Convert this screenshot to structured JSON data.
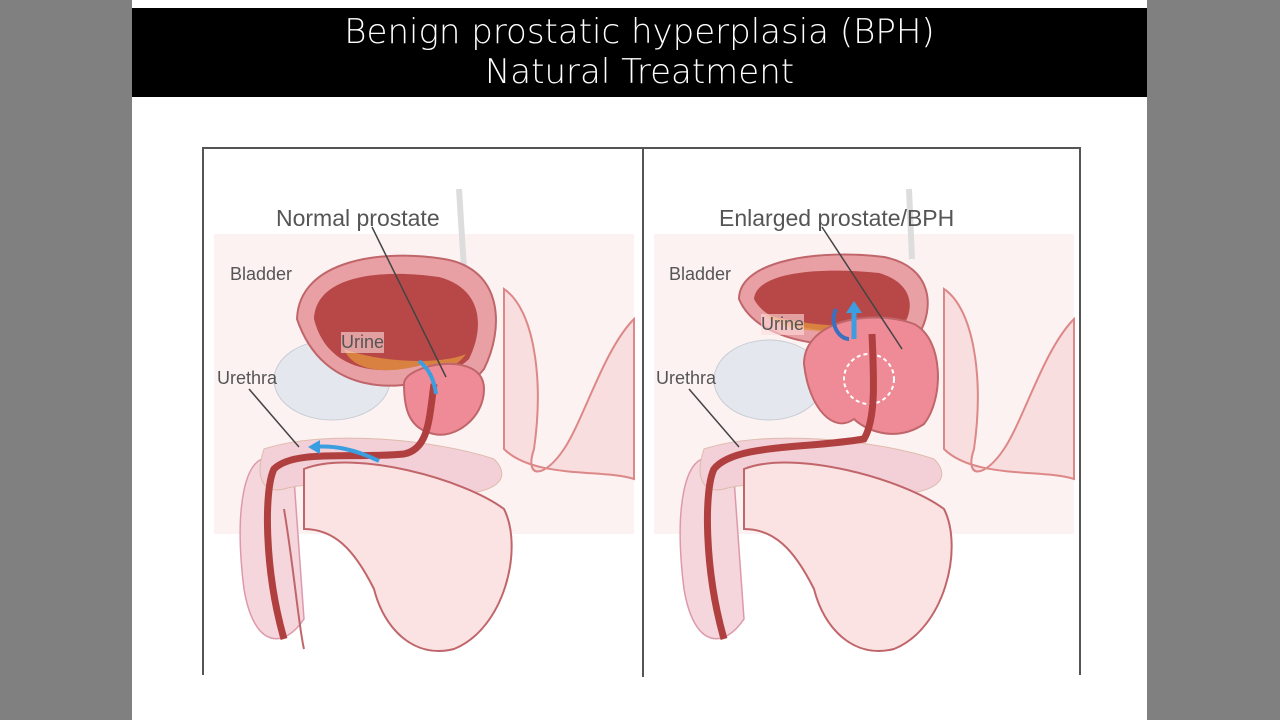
{
  "slide": {
    "title_line1": "Benign prostatic hyperplasia (BPH)",
    "title_line2": "Natural Treatment"
  },
  "figure": {
    "normal": {
      "heading": "Normal prostate",
      "bladder": "Bladder",
      "urine": "Urine",
      "urethra": "Urethra"
    },
    "enlarged": {
      "heading": "Enlarged prostate/BPH",
      "bladder": "Bladder",
      "urine": "Urine",
      "urethra": "Urethra"
    },
    "colors": {
      "tissue": "#e8a0a4",
      "bladder_inner": "#b84848",
      "skin": "#fbe6e6",
      "outline": "#c0666a",
      "arrow": "#3a9ee0",
      "bone": "#e4e8ee"
    }
  }
}
